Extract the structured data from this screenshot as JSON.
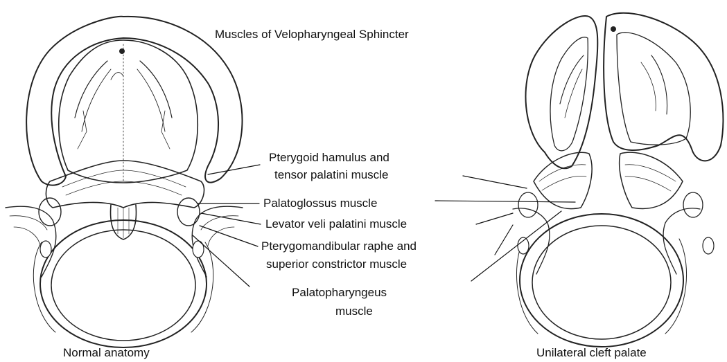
{
  "title": "Muscles of Velopharyngeal Sphincter",
  "labels": {
    "pterygoid_line1": "Pterygoid hamulus and",
    "pterygoid_line2": "tensor palatini muscle",
    "palatoglossus": "Palatoglossus muscle",
    "levator": "Levator veli palatini muscle",
    "pterygomandibular_line1": "Pterygomandibular raphe and",
    "pterygomandibular_line2": "superior constrictor muscle",
    "palatopharyngeus_line1": "Palatopharyngeus",
    "palatopharyngeus_line2": "muscle"
  },
  "captions": {
    "left": "Normal anatomy",
    "right": "Unilateral cleft palate"
  },
  "colors": {
    "ink": "#1a1a1a",
    "background": "#ffffff"
  }
}
